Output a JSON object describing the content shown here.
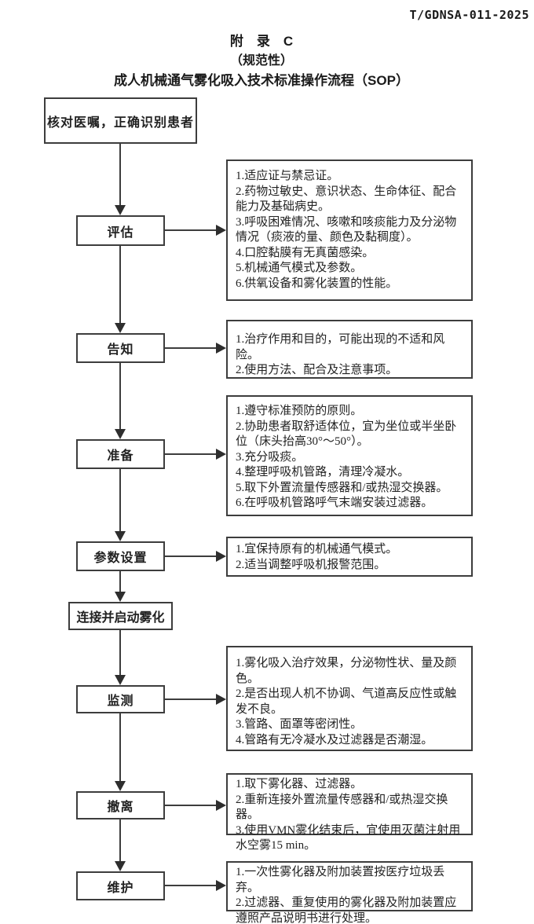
{
  "header": {
    "doc_code": "T/GDNSA-011-2025"
  },
  "title": {
    "appendix": "附　录　C",
    "normative": "（规范性）",
    "main": "成人机械通气雾化吸入技术标准操作流程（SOP）"
  },
  "flow": {
    "start": "核对医嘱，正确识别患者",
    "stages": [
      {
        "label": "评估",
        "notes": [
          "1.适应证与禁忌证。",
          "2.药物过敏史、意识状态、生命体征、配合能力及基础病史。",
          "3.呼吸困难情况、咳嗽和咳痰能力及分泌物情况（痰液的量、颜色及黏稠度）。",
          "4.口腔黏膜有无真菌感染。",
          "5.机械通气模式及参数。",
          "6.供氧设备和雾化装置的性能。"
        ]
      },
      {
        "label": "告知",
        "notes": [
          "1.治疗作用和目的，可能出现的不适和风险。",
          "2.使用方法、配合及注意事项。"
        ]
      },
      {
        "label": "准备",
        "notes": [
          "1.遵守标准预防的原则。",
          "2.协助患者取舒适体位，宜为坐位或半坐卧位（床头抬高30°～50°）。",
          "3.充分吸痰。",
          "4.整理呼吸机管路，清理冷凝水。",
          "5.取下外置流量传感器和/或热湿交换器。",
          "6.在呼吸机管路呼气末端安装过滤器。"
        ]
      },
      {
        "label": "参数设置",
        "notes": [
          "1.宜保持原有的机械通气模式。",
          "2.适当调整呼吸机报警范围。"
        ]
      },
      {
        "label": "连接并启动雾化",
        "notes": []
      },
      {
        "label": "监测",
        "notes": [
          "1.雾化吸入治疗效果，分泌物性状、量及颜色。",
          "2.是否出现人机不协调、气道高反应性或触发不良。",
          "3.管路、面罩等密闭性。",
          "4.管路有无冷凝水及过滤器是否潮湿。"
        ]
      },
      {
        "label": "撤离",
        "notes": [
          "1.取下雾化器、过滤器。",
          "2.重新连接外置流量传感器和/或热湿交换器。",
          "3.使用VMN雾化结束后，宜使用灭菌注射用水空雾15 min。"
        ]
      },
      {
        "label": "维护",
        "notes": [
          "1.一次性雾化器及附加装置按医疗垃圾丢弃。",
          "2.过滤器、重复使用的雾化器及附加装置应遵照产品说明书进行处理。"
        ]
      }
    ]
  },
  "colors": {
    "line": "#3d3d3d",
    "text": "#222222",
    "background": "#ffffff"
  }
}
